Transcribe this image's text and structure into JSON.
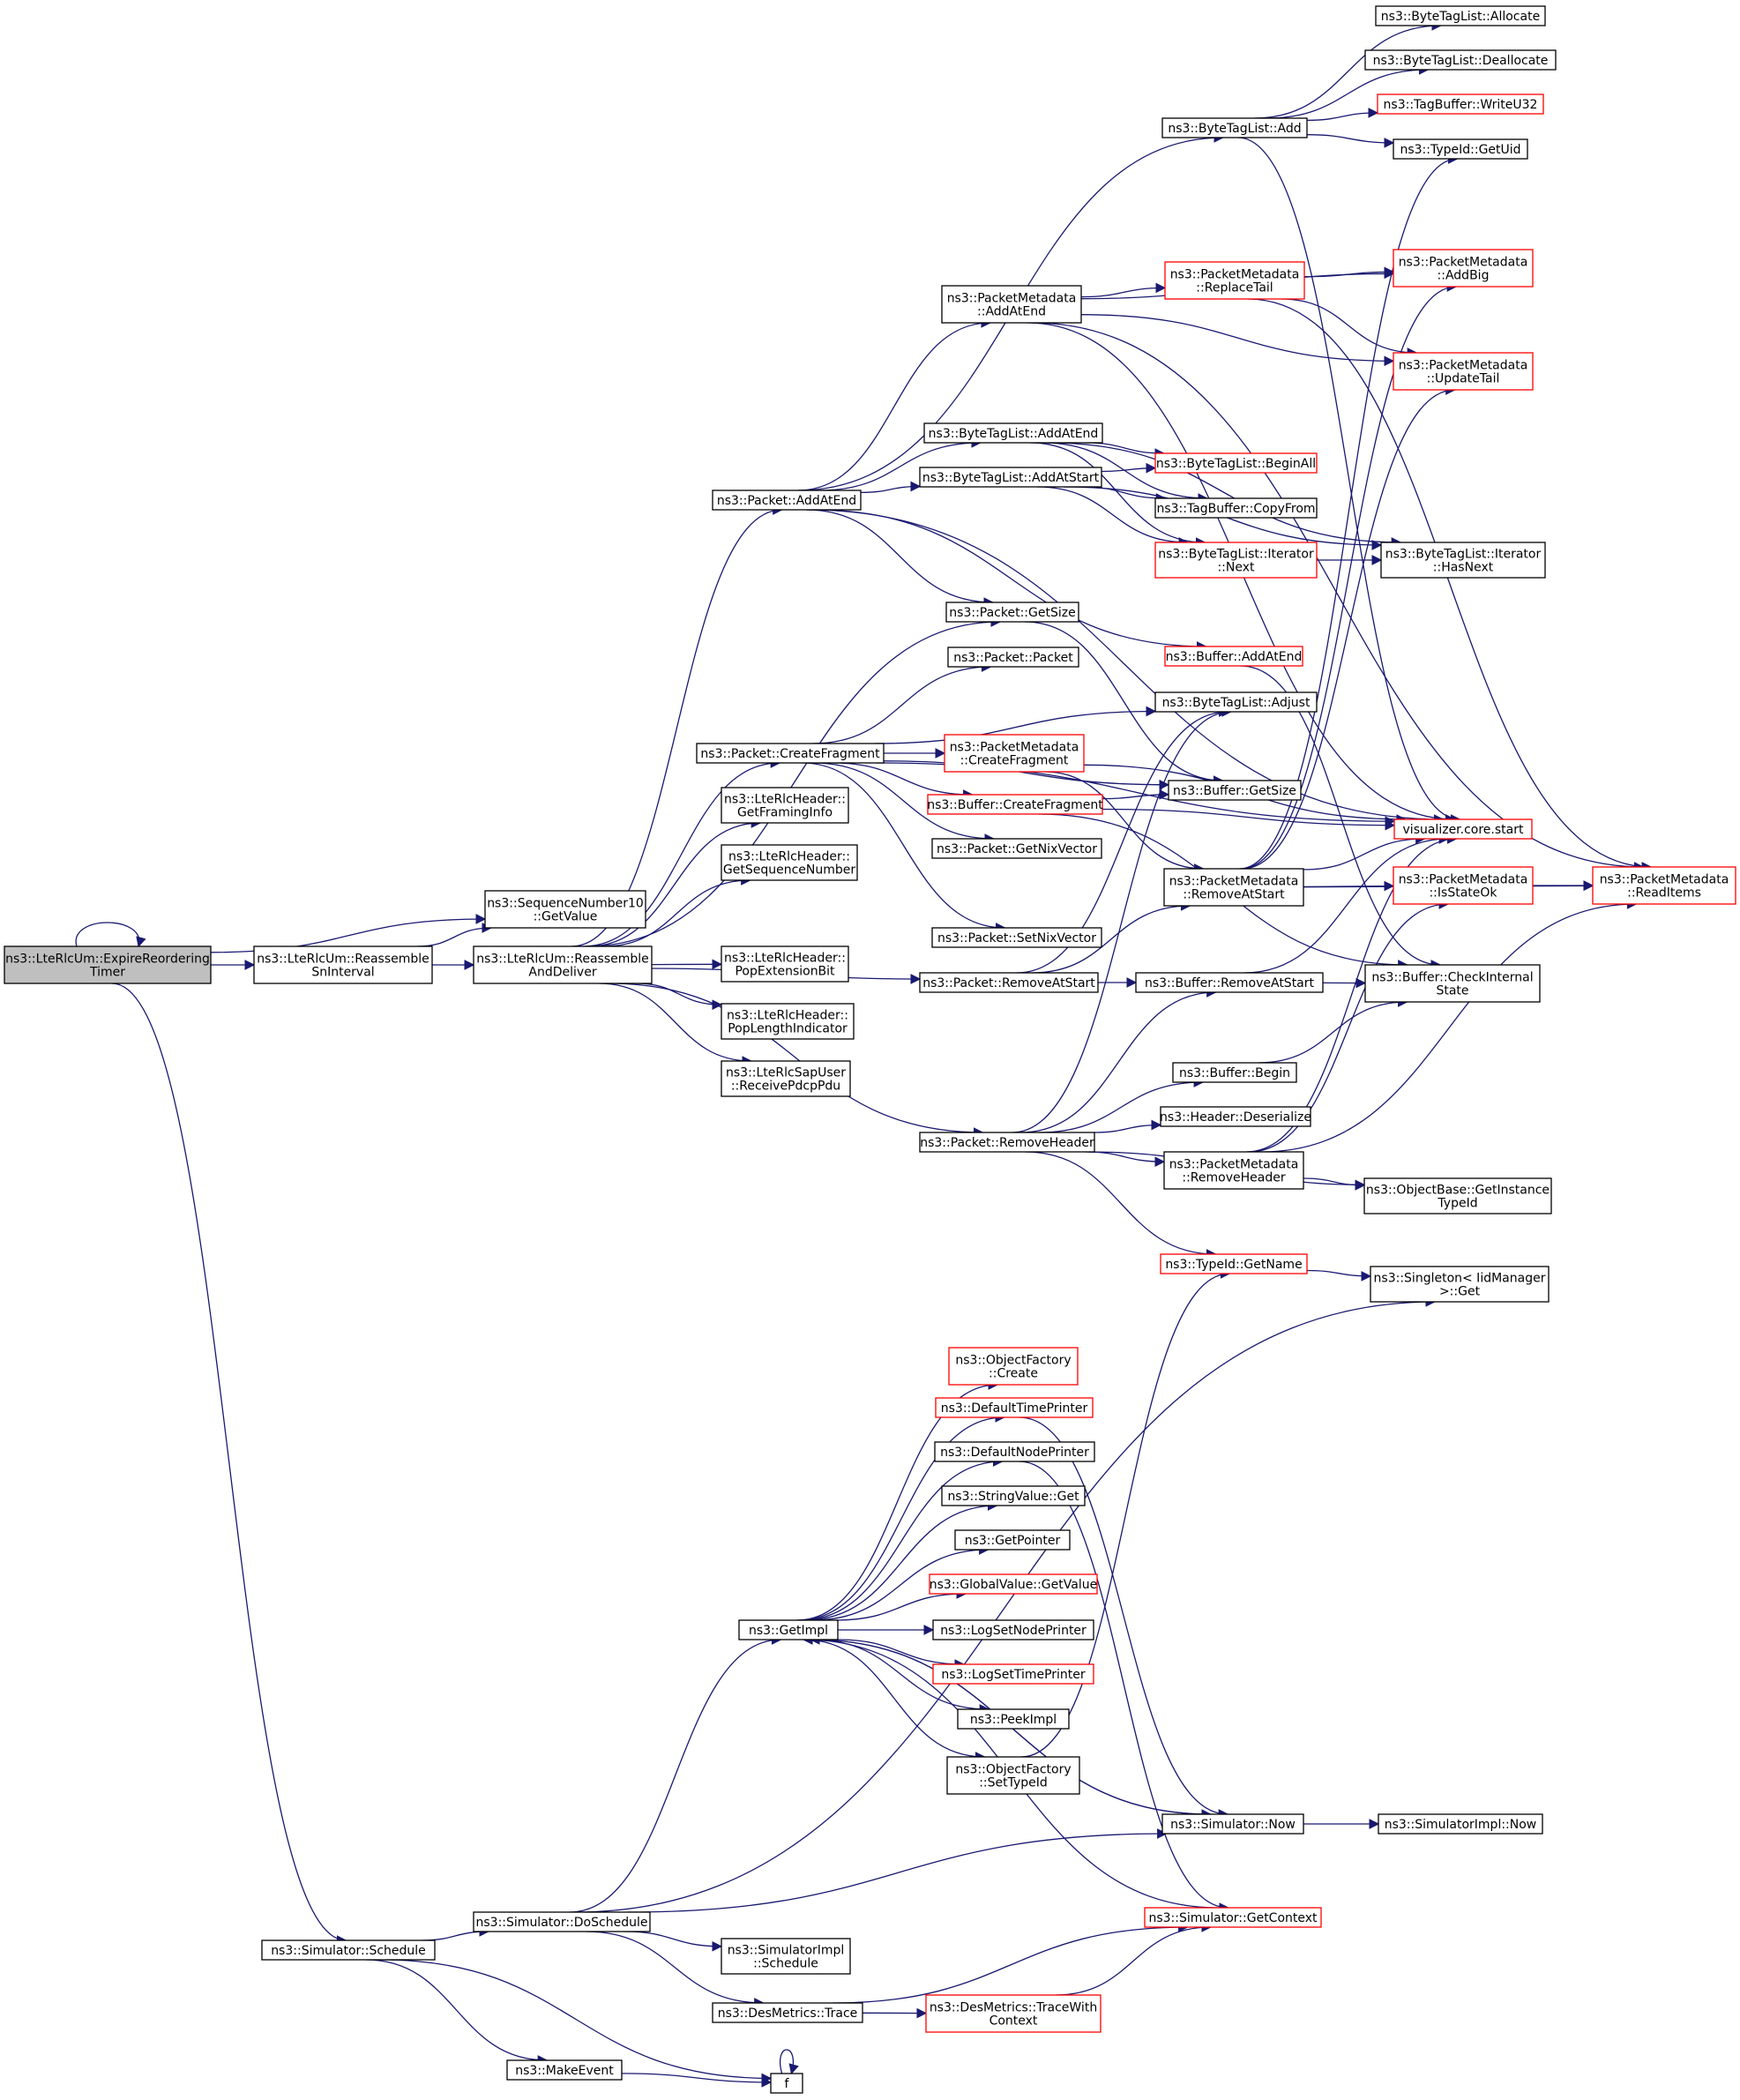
{
  "colors": {
    "edge": "#191970",
    "border_normal": "#000000",
    "border_truncated": "#ff0000",
    "root_fill": "#bfbfbf",
    "node_fill": "#ffffff"
  },
  "nodes": [
    {
      "id": "root",
      "lines": [
        "ns3::LteRlcUm::ExpireReordering",
        "Timer"
      ],
      "kind": "root"
    },
    {
      "id": "reassembleSn",
      "lines": [
        "ns3::LteRlcUm::Reassemble",
        "SnInterval"
      ],
      "kind": "normal"
    },
    {
      "id": "seqGet",
      "lines": [
        "ns3::SequenceNumber10",
        "::GetValue"
      ],
      "kind": "normal"
    },
    {
      "id": "reassembleDeliver",
      "lines": [
        "ns3::LteRlcUm::Reassemble",
        "AndDeliver"
      ],
      "kind": "normal"
    },
    {
      "id": "simSchedule",
      "lines": [
        "ns3::Simulator::Schedule"
      ],
      "kind": "normal"
    },
    {
      "id": "pktAddAtEnd",
      "lines": [
        "ns3::Packet::AddAtEnd"
      ],
      "kind": "normal"
    },
    {
      "id": "pktCreateFrag",
      "lines": [
        "ns3::Packet::CreateFragment"
      ],
      "kind": "normal"
    },
    {
      "id": "hdrFraming",
      "lines": [
        "ns3::LteRlcHeader::",
        "GetFramingInfo"
      ],
      "kind": "normal"
    },
    {
      "id": "hdrSeq",
      "lines": [
        "ns3::LteRlcHeader::",
        "GetSequenceNumber"
      ],
      "kind": "normal"
    },
    {
      "id": "hdrPopExt",
      "lines": [
        "ns3::LteRlcHeader::",
        "PopExtensionBit"
      ],
      "kind": "normal"
    },
    {
      "id": "hdrPopLen",
      "lines": [
        "ns3::LteRlcHeader::",
        "PopLengthIndicator"
      ],
      "kind": "normal"
    },
    {
      "id": "sapRecv",
      "lines": [
        "ns3::LteRlcSapUser",
        "::ReceivePdcpPdu"
      ],
      "kind": "normal"
    },
    {
      "id": "pktRemoveAtStart",
      "lines": [
        "ns3::Packet::RemoveAtStart"
      ],
      "kind": "normal"
    },
    {
      "id": "pktRemoveHeader",
      "lines": [
        "ns3::Packet::RemoveHeader"
      ],
      "kind": "normal"
    },
    {
      "id": "btlAdd",
      "lines": [
        "ns3::ByteTagList::Add"
      ],
      "kind": "normal"
    },
    {
      "id": "pmAddAtEnd",
      "lines": [
        "ns3::PacketMetadata",
        "::AddAtEnd"
      ],
      "kind": "normal"
    },
    {
      "id": "btlAddAtEnd",
      "lines": [
        "ns3::ByteTagList::AddAtEnd"
      ],
      "kind": "normal"
    },
    {
      "id": "btlAddAtStart",
      "lines": [
        "ns3::ByteTagList::AddAtStart"
      ],
      "kind": "normal"
    },
    {
      "id": "pktGetSize",
      "lines": [
        "ns3::Packet::GetSize"
      ],
      "kind": "normal"
    },
    {
      "id": "pktPacket",
      "lines": [
        "ns3::Packet::Packet"
      ],
      "kind": "normal"
    },
    {
      "id": "pmCreateFrag",
      "lines": [
        "ns3::PacketMetadata",
        "::CreateFragment"
      ],
      "kind": "truncated"
    },
    {
      "id": "bufCreateFrag",
      "lines": [
        "ns3::Buffer::CreateFragment"
      ],
      "kind": "truncated"
    },
    {
      "id": "pktGetNix",
      "lines": [
        "ns3::Packet::GetNixVector"
      ],
      "kind": "normal"
    },
    {
      "id": "pktSetNix",
      "lines": [
        "ns3::Packet::SetNixVector"
      ],
      "kind": "normal"
    },
    {
      "id": "pmReplaceTail",
      "lines": [
        "ns3::PacketMetadata",
        "::ReplaceTail"
      ],
      "kind": "truncated"
    },
    {
      "id": "btlBeginAll",
      "lines": [
        "ns3::ByteTagList::BeginAll"
      ],
      "kind": "truncated"
    },
    {
      "id": "tbCopyFrom",
      "lines": [
        "ns3::TagBuffer::CopyFrom"
      ],
      "kind": "normal"
    },
    {
      "id": "btlItNext",
      "lines": [
        "ns3::ByteTagList::Iterator",
        "::Next"
      ],
      "kind": "truncated"
    },
    {
      "id": "bufAddAtEnd",
      "lines": [
        "ns3::Buffer::AddAtEnd"
      ],
      "kind": "truncated"
    },
    {
      "id": "btlAdjust",
      "lines": [
        "ns3::ByteTagList::Adjust"
      ],
      "kind": "normal"
    },
    {
      "id": "bufGetSize",
      "lines": [
        "ns3::Buffer::GetSize"
      ],
      "kind": "normal"
    },
    {
      "id": "pmRemoveAtStart",
      "lines": [
        "ns3::PacketMetadata",
        "::RemoveAtStart"
      ],
      "kind": "normal"
    },
    {
      "id": "bufRemoveAtStart",
      "lines": [
        "ns3::Buffer::RemoveAtStart"
      ],
      "kind": "normal"
    },
    {
      "id": "bufBegin",
      "lines": [
        "ns3::Buffer::Begin"
      ],
      "kind": "normal"
    },
    {
      "id": "hdrDeserialize",
      "lines": [
        "ns3::Header::Deserialize"
      ],
      "kind": "normal"
    },
    {
      "id": "pmRemoveHeader",
      "lines": [
        "ns3::PacketMetadata",
        "::RemoveHeader"
      ],
      "kind": "normal"
    },
    {
      "id": "typeGetName",
      "lines": [
        "ns3::TypeId::GetName"
      ],
      "kind": "truncated"
    },
    {
      "id": "btlAllocate",
      "lines": [
        "ns3::ByteTagList::Allocate"
      ],
      "kind": "normal"
    },
    {
      "id": "btlDeallocate",
      "lines": [
        "ns3::ByteTagList::Deallocate"
      ],
      "kind": "normal"
    },
    {
      "id": "tbWriteU32",
      "lines": [
        "ns3::TagBuffer::WriteU32"
      ],
      "kind": "truncated"
    },
    {
      "id": "typeGetUid",
      "lines": [
        "ns3::TypeId::GetUid"
      ],
      "kind": "normal"
    },
    {
      "id": "pmAddBig",
      "lines": [
        "ns3::PacketMetadata",
        "::AddBig"
      ],
      "kind": "truncated"
    },
    {
      "id": "pmUpdateTail",
      "lines": [
        "ns3::PacketMetadata",
        "::UpdateTail"
      ],
      "kind": "truncated"
    },
    {
      "id": "btlItHasNext",
      "lines": [
        "ns3::ByteTagList::Iterator",
        "::HasNext"
      ],
      "kind": "normal"
    },
    {
      "id": "vizStart",
      "lines": [
        "visualizer.core.start"
      ],
      "kind": "truncated"
    },
    {
      "id": "pmIsStateOk",
      "lines": [
        "ns3::PacketMetadata",
        "::IsStateOk"
      ],
      "kind": "truncated"
    },
    {
      "id": "bufCheckInternal",
      "lines": [
        "ns3::Buffer::CheckInternal",
        "State"
      ],
      "kind": "normal"
    },
    {
      "id": "objGetInstance",
      "lines": [
        "ns3::ObjectBase::GetInstance",
        "TypeId"
      ],
      "kind": "normal"
    },
    {
      "id": "singletonGet",
      "lines": [
        "ns3::Singleton< IidManager",
        ">::Get"
      ],
      "kind": "normal"
    },
    {
      "id": "pmReadItems",
      "lines": [
        "ns3::PacketMetadata",
        "::ReadItems"
      ],
      "kind": "truncated"
    },
    {
      "id": "ofCreate",
      "lines": [
        "ns3::ObjectFactory",
        "::Create"
      ],
      "kind": "truncated"
    },
    {
      "id": "defTimePrinter",
      "lines": [
        "ns3::DefaultTimePrinter"
      ],
      "kind": "truncated"
    },
    {
      "id": "defNodePrinter",
      "lines": [
        "ns3::DefaultNodePrinter"
      ],
      "kind": "normal"
    },
    {
      "id": "strValueGet",
      "lines": [
        "ns3::StringValue::Get"
      ],
      "kind": "normal"
    },
    {
      "id": "getPointer",
      "lines": [
        "ns3::GetPointer"
      ],
      "kind": "normal"
    },
    {
      "id": "gvGetValue",
      "lines": [
        "ns3::GlobalValue::GetValue"
      ],
      "kind": "truncated"
    },
    {
      "id": "getImpl",
      "lines": [
        "ns3::GetImpl"
      ],
      "kind": "normal"
    },
    {
      "id": "logSetNode",
      "lines": [
        "ns3::LogSetNodePrinter"
      ],
      "kind": "normal"
    },
    {
      "id": "logSetTime",
      "lines": [
        "ns3::LogSetTimePrinter"
      ],
      "kind": "truncated"
    },
    {
      "id": "peekImpl",
      "lines": [
        "ns3::PeekImpl"
      ],
      "kind": "normal"
    },
    {
      "id": "ofSetTypeId",
      "lines": [
        "ns3::ObjectFactory",
        "::SetTypeId"
      ],
      "kind": "normal"
    },
    {
      "id": "simNow",
      "lines": [
        "ns3::Simulator::Now"
      ],
      "kind": "normal"
    },
    {
      "id": "simImplNow",
      "lines": [
        "ns3::SimulatorImpl::Now"
      ],
      "kind": "normal"
    },
    {
      "id": "simDoSchedule",
      "lines": [
        "ns3::Simulator::DoSchedule"
      ],
      "kind": "normal"
    },
    {
      "id": "simGetContext",
      "lines": [
        "ns3::Simulator::GetContext"
      ],
      "kind": "truncated"
    },
    {
      "id": "simImplSchedule",
      "lines": [
        "ns3::SimulatorImpl",
        "::Schedule"
      ],
      "kind": "normal"
    },
    {
      "id": "desTrace",
      "lines": [
        "ns3::DesMetrics::Trace"
      ],
      "kind": "normal"
    },
    {
      "id": "desTraceCtx",
      "lines": [
        "ns3::DesMetrics::TraceWith",
        "Context"
      ],
      "kind": "truncated"
    },
    {
      "id": "makeEvent",
      "lines": [
        "ns3::MakeEvent"
      ],
      "kind": "normal"
    },
    {
      "id": "fFunc",
      "lines": [
        "f"
      ],
      "kind": "normal"
    }
  ],
  "edges": [
    [
      "root",
      "root"
    ],
    [
      "root",
      "reassembleSn"
    ],
    [
      "root",
      "seqGet"
    ],
    [
      "root",
      "simSchedule"
    ],
    [
      "reassembleSn",
      "seqGet"
    ],
    [
      "reassembleSn",
      "reassembleDeliver"
    ],
    [
      "reassembleDeliver",
      "pktAddAtEnd"
    ],
    [
      "reassembleDeliver",
      "pktCreateFrag"
    ],
    [
      "reassembleDeliver",
      "hdrFraming"
    ],
    [
      "reassembleDeliver",
      "hdrSeq"
    ],
    [
      "reassembleDeliver",
      "hdrPopExt"
    ],
    [
      "reassembleDeliver",
      "hdrPopLen"
    ],
    [
      "reassembleDeliver",
      "sapRecv"
    ],
    [
      "reassembleDeliver",
      "pktRemoveAtStart"
    ],
    [
      "reassembleDeliver",
      "pktRemoveHeader"
    ],
    [
      "reassembleDeliver",
      "pktGetSize"
    ],
    [
      "pktAddAtEnd",
      "btlAdd"
    ],
    [
      "pktAddAtEnd",
      "pmAddAtEnd"
    ],
    [
      "pktAddAtEnd",
      "btlAddAtEnd"
    ],
    [
      "pktAddAtEnd",
      "btlAddAtStart"
    ],
    [
      "pktAddAtEnd",
      "pktGetSize"
    ],
    [
      "pktAddAtEnd",
      "bufAddAtEnd"
    ],
    [
      "pktAddAtEnd",
      "vizStart"
    ],
    [
      "pktCreateFrag",
      "pktPacket"
    ],
    [
      "pktCreateFrag",
      "btlAdjust"
    ],
    [
      "pktCreateFrag",
      "pmCreateFrag"
    ],
    [
      "pktCreateFrag",
      "bufCreateFrag"
    ],
    [
      "pktCreateFrag",
      "pktGetNix"
    ],
    [
      "pktCreateFrag",
      "pktSetNix"
    ],
    [
      "pktCreateFrag",
      "bufGetSize"
    ],
    [
      "pktCreateFrag",
      "vizStart"
    ],
    [
      "pktRemoveAtStart",
      "pmRemoveAtStart"
    ],
    [
      "pktRemoveAtStart",
      "bufRemoveAtStart"
    ],
    [
      "pktRemoveAtStart",
      "btlAdjust"
    ],
    [
      "pktRemoveHeader",
      "bufBegin"
    ],
    [
      "pktRemoveHeader",
      "hdrDeserialize"
    ],
    [
      "pktRemoveHeader",
      "pmRemoveHeader"
    ],
    [
      "pktRemoveHeader",
      "typeGetName"
    ],
    [
      "pktRemoveHeader",
      "objGetInstance"
    ],
    [
      "pktRemoveHeader",
      "bufRemoveAtStart"
    ],
    [
      "pktRemoveHeader",
      "btlAdjust"
    ],
    [
      "btlAdd",
      "btlAllocate"
    ],
    [
      "btlAdd",
      "btlDeallocate"
    ],
    [
      "btlAdd",
      "tbWriteU32"
    ],
    [
      "btlAdd",
      "typeGetUid"
    ],
    [
      "btlAdd",
      "vizStart"
    ],
    [
      "pmAddAtEnd",
      "pmReplaceTail"
    ],
    [
      "pmAddAtEnd",
      "pmAddBig"
    ],
    [
      "pmAddAtEnd",
      "pmUpdateTail"
    ],
    [
      "pmAddAtEnd",
      "pmReadItems"
    ],
    [
      "pmAddAtEnd",
      "vizStart"
    ],
    [
      "pmReplaceTail",
      "pmAddBig"
    ],
    [
      "pmReplaceTail",
      "pmUpdateTail"
    ],
    [
      "pmReplaceTail",
      "pmReadItems"
    ],
    [
      "btlAddAtEnd",
      "btlBeginAll"
    ],
    [
      "btlAddAtEnd",
      "tbCopyFrom"
    ],
    [
      "btlAddAtEnd",
      "btlItNext"
    ],
    [
      "btlAddAtEnd",
      "btlItHasNext"
    ],
    [
      "btlAddAtStart",
      "btlBeginAll"
    ],
    [
      "btlAddAtStart",
      "tbCopyFrom"
    ],
    [
      "btlAddAtStart",
      "btlItNext"
    ],
    [
      "btlAddAtStart",
      "btlItHasNext"
    ],
    [
      "btlItNext",
      "btlItHasNext"
    ],
    [
      "pktGetSize",
      "bufGetSize"
    ],
    [
      "bufAddAtEnd",
      "bufCheckInternal"
    ],
    [
      "pmCreateFrag",
      "pmRemoveAtStart"
    ],
    [
      "pmCreateFrag",
      "vizStart"
    ],
    [
      "bufCreateFrag",
      "bufGetSize"
    ],
    [
      "bufCreateFrag",
      "bufCheckInternal"
    ],
    [
      "bufCreateFrag",
      "vizStart"
    ],
    [
      "pmRemoveAtStart",
      "pmAddBig"
    ],
    [
      "pmRemoveAtStart",
      "pmUpdateTail"
    ],
    [
      "pmRemoveAtStart",
      "pmIsStateOk"
    ],
    [
      "pmRemoveAtStart",
      "pmReadItems"
    ],
    [
      "pmRemoveAtStart",
      "vizStart"
    ],
    [
      "pmRemoveAtStart",
      "typeGetUid"
    ],
    [
      "bufRemoveAtStart",
      "bufCheckInternal"
    ],
    [
      "bufRemoveAtStart",
      "vizStart"
    ],
    [
      "bufBegin",
      "bufCheckInternal"
    ],
    [
      "pmRemoveHeader",
      "pmIsStateOk"
    ],
    [
      "pmRemoveHeader",
      "objGetInstance"
    ],
    [
      "pmRemoveHeader",
      "pmReadItems"
    ],
    [
      "pmRemoveHeader",
      "vizStart"
    ],
    [
      "pmIsStateOk",
      "pmReadItems"
    ],
    [
      "typeGetName",
      "singletonGet"
    ],
    [
      "simSchedule",
      "simDoSchedule"
    ],
    [
      "simSchedule",
      "makeEvent"
    ],
    [
      "simSchedule",
      "fFunc"
    ],
    [
      "makeEvent",
      "fFunc"
    ],
    [
      "fFunc",
      "fFunc"
    ],
    [
      "simDoSchedule",
      "singletonGet"
    ],
    [
      "simDoSchedule",
      "getImpl"
    ],
    [
      "simDoSchedule",
      "simNow"
    ],
    [
      "simDoSchedule",
      "simImplSchedule"
    ],
    [
      "simDoSchedule",
      "desTrace"
    ],
    [
      "desTrace",
      "desTraceCtx"
    ],
    [
      "desTrace",
      "simGetContext"
    ],
    [
      "desTraceCtx",
      "simGetContext"
    ],
    [
      "getImpl",
      "ofCreate"
    ],
    [
      "getImpl",
      "defTimePrinter"
    ],
    [
      "getImpl",
      "defNodePrinter"
    ],
    [
      "getImpl",
      "strValueGet"
    ],
    [
      "getImpl",
      "getPointer"
    ],
    [
      "getImpl",
      "gvGetValue"
    ],
    [
      "getImpl",
      "logSetNode"
    ],
    [
      "getImpl",
      "logSetTime"
    ],
    [
      "getImpl",
      "peekImpl"
    ],
    [
      "getImpl",
      "ofSetTypeId"
    ],
    [
      "getImpl",
      "simNow"
    ],
    [
      "ofSetTypeId",
      "typeGetName"
    ],
    [
      "defTimePrinter",
      "simNow"
    ],
    [
      "defNodePrinter",
      "simGetContext"
    ],
    [
      "simNow",
      "getImpl"
    ],
    [
      "simNow",
      "simImplNow"
    ],
    [
      "simGetContext",
      "getImpl"
    ]
  ]
}
